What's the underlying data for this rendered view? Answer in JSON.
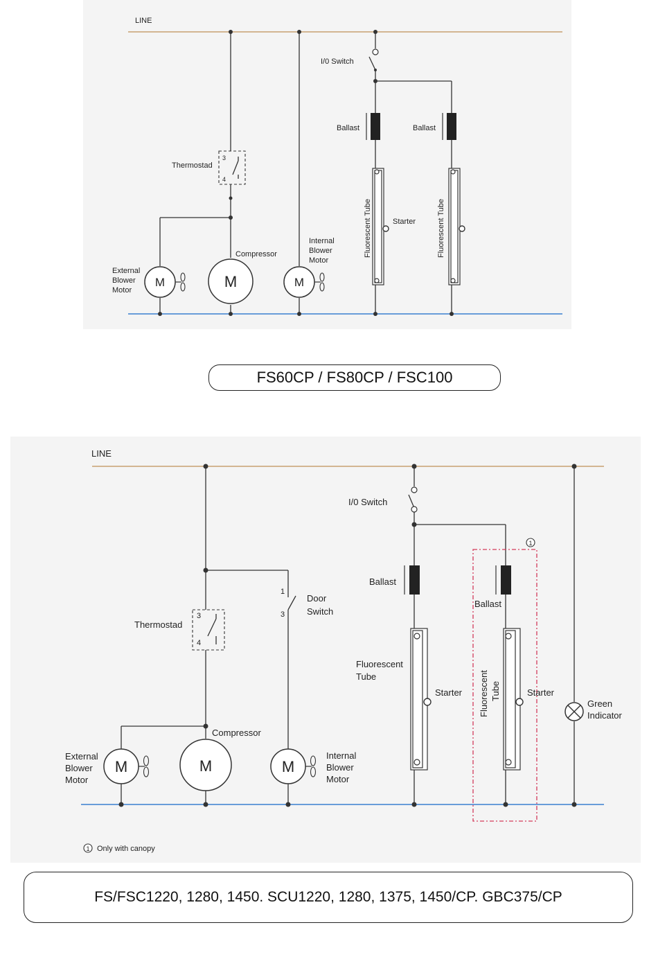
{
  "diagram1": {
    "line_label": "LINE",
    "switch_label": "I/0 Switch",
    "ballast_left": "Ballast",
    "ballast_right": "Ballast",
    "thermostat_label": "Thermostad",
    "thermostat_pin_top": "3",
    "thermostat_pin_bottom": "4",
    "tube_left": "Fluorescent Tube",
    "tube_right": "Fluorescent Tube",
    "starter_label": "Starter",
    "compressor_label": "Compressor",
    "internal_motor_label": [
      "Internal",
      "Blower",
      "Motor"
    ],
    "external_motor_label": [
      "External",
      "Blower",
      "Motor"
    ],
    "motor_symbol": "M",
    "model_title": "FS60CP / FS80CP / FSC100"
  },
  "diagram2": {
    "line_label": "LINE",
    "switch_label": "I/0 Switch",
    "ballast_left": "Ballast",
    "ballast_right": "Ballast",
    "door_pin_top": "1",
    "door_pin_bottom": "3",
    "door_switch_label": [
      "Door",
      "Switch"
    ],
    "thermostat_label": "Thermostad",
    "thermostat_pin_top": "3",
    "thermostat_pin_bottom": "4",
    "tube_left_label": [
      "Fluorescent",
      "Tube"
    ],
    "tube_right_label": [
      "Fluorescent",
      "Tube"
    ],
    "starter_left": "Starter",
    "starter_right": "Starter",
    "compressor_label": "Compressor",
    "internal_motor_label": [
      "Internal",
      "Blower",
      "Motor"
    ],
    "external_motor_label": [
      "External",
      "Blower",
      "Motor"
    ],
    "green_indicator_label": [
      "Green",
      "Indicator"
    ],
    "canopy_marker": "1",
    "canopy_note": "Only with canopy",
    "motor_symbol": "M",
    "model_title": "FS/FSC1220, 1280, 1450. SCU1220, 1280, 1375, 1450/CP. GBC375/CP"
  },
  "colors": {
    "line_wire": "#c8a070",
    "neutral_wire": "#3a7fd0",
    "canopy_box": "#d33a5a",
    "wire": "#333333"
  }
}
